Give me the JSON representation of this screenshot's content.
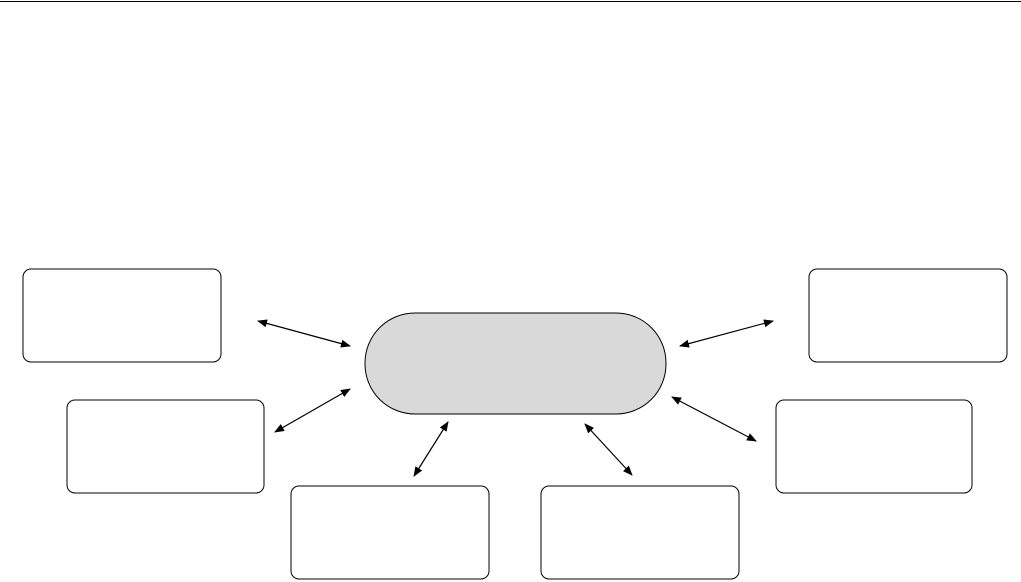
{
  "diagram": {
    "type": "hub-and-spoke",
    "hub": {
      "label": "",
      "fill": "#d9d9d9"
    },
    "nodes": [
      {
        "id": "top-left",
        "label": ""
      },
      {
        "id": "mid-left",
        "label": ""
      },
      {
        "id": "bottom-left",
        "label": ""
      },
      {
        "id": "bottom-right",
        "label": ""
      },
      {
        "id": "mid-right",
        "label": ""
      },
      {
        "id": "top-right",
        "label": ""
      }
    ],
    "edges": [
      {
        "from": "hub",
        "to": "top-left",
        "direction": "both"
      },
      {
        "from": "hub",
        "to": "mid-left",
        "direction": "both"
      },
      {
        "from": "hub",
        "to": "bottom-left",
        "direction": "both"
      },
      {
        "from": "hub",
        "to": "bottom-right",
        "direction": "both"
      },
      {
        "from": "hub",
        "to": "mid-right",
        "direction": "both"
      },
      {
        "from": "hub",
        "to": "top-right",
        "direction": "both"
      }
    ],
    "colors": {
      "stroke": "#000000",
      "box_fill": "#ffffff",
      "hub_fill": "#d9d9d9"
    }
  }
}
